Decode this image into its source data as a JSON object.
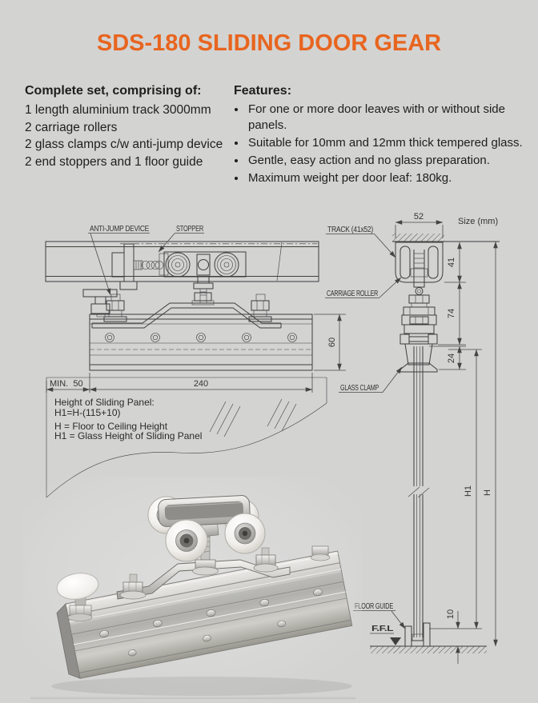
{
  "page": {
    "title": "SDS-180 SLIDING DOOR GEAR",
    "accent_color": "#E8651F",
    "background_color": "#d3d3d2"
  },
  "complete_set": {
    "heading": "Complete set, comprising of:",
    "items": [
      "1 length aluminium track 3000mm",
      "2 carriage rollers",
      "2 glass clamps c/w anti-jump device",
      "2 end stoppers and 1 floor guide"
    ]
  },
  "features": {
    "heading": "Features:",
    "items": [
      "For one or more door leaves with or without side panels.",
      "Suitable for 10mm and 12mm thick tempered glass.",
      "Gentle, easy action and no glass preparation.",
      "Maximum weight per door leaf: 180kg."
    ]
  },
  "drawing": {
    "labels": {
      "anti_jump": "ANTI-JUMP DEVICE",
      "stopper": "STOPPER",
      "track": "TRACK (41x52)",
      "carriage_roller": "CARRIAGE ROLLER",
      "glass_clamp": "GLASS CLAMP",
      "floor_guide": "FLOOR GUIDE",
      "ffl": "F.F.L",
      "size_note": "Size (mm)"
    },
    "dims": {
      "track_width": "52",
      "track_height": "41",
      "hanger_drop": "74",
      "clamp_grip": "24",
      "clamp_height": "60",
      "min_edge": "MIN.  50",
      "clamp_length": "240",
      "floor_gap": "10",
      "glass_height": "H1",
      "total_height": "H"
    },
    "note": {
      "line1": "Height of Sliding Panel:",
      "line2": "H1=H-(115+10)",
      "line3": "H = Floor to Ceiling Height",
      "line4": "H1 = Glass Height of Sliding Panel"
    }
  }
}
